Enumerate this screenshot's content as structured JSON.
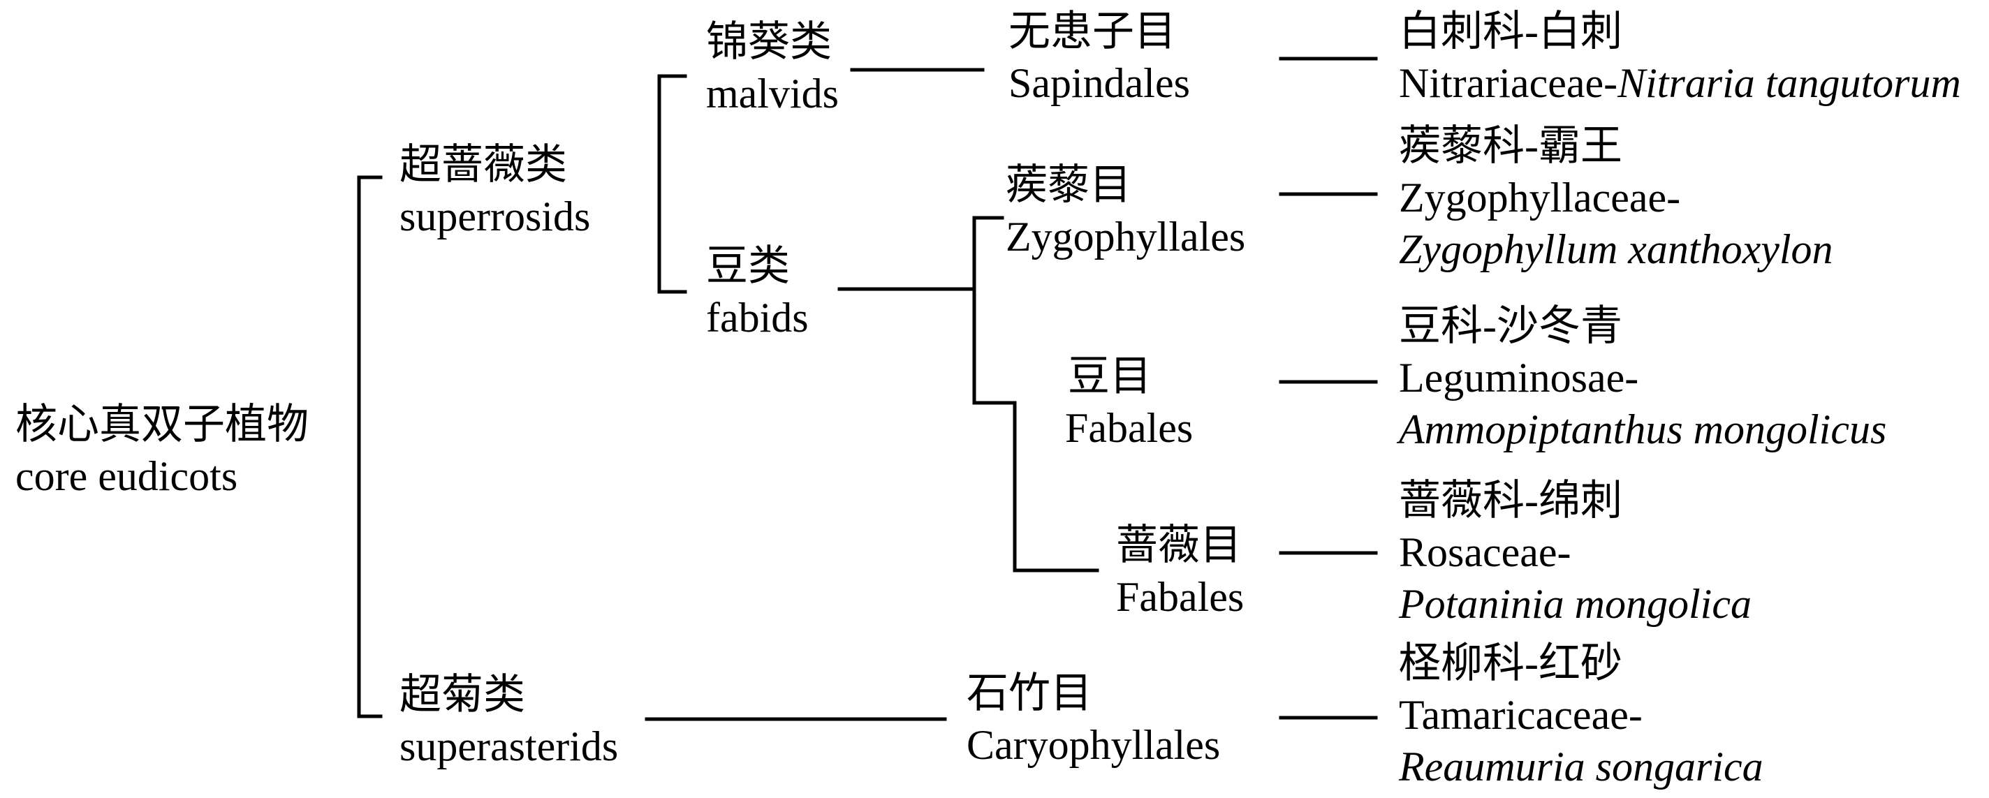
{
  "tree": {
    "root": {
      "zh": "核心真双子植物",
      "en": "core eudicots"
    },
    "superrosids": {
      "zh": "超蔷薇类",
      "en": "superrosids"
    },
    "superasterids": {
      "zh": "超菊类",
      "en": "superasterids"
    },
    "malvids": {
      "zh": "锦葵类",
      "en": "malvids"
    },
    "fabids": {
      "zh": "豆类",
      "en": "fabids"
    },
    "orders": [
      {
        "zh": "无患子目",
        "en": "Sapindales"
      },
      {
        "zh": "蒺藜目",
        "en": "Zygophyllales"
      },
      {
        "zh": "豆目",
        "en": "Fabales"
      },
      {
        "zh": "蔷薇目",
        "en": "Fabales"
      },
      {
        "zh": "石竹目",
        "en": "Caryophyllales"
      }
    ],
    "families": [
      {
        "zh": "白刺科-白刺",
        "family": "Nitrariaceae-",
        "species": "Nitraria tangutorum"
      },
      {
        "zh": "蒺藜科-霸王",
        "family": "Zygophyllaceae-",
        "species": "Zygophyllum xanthoxylon"
      },
      {
        "zh": "豆科-沙冬青",
        "family": "Leguminosae-",
        "species": "Ammopiptanthus mongolicus"
      },
      {
        "zh": "蔷薇科-绵刺",
        "family": "Rosaceae-",
        "species": "Potaninia mongolica"
      },
      {
        "zh": "柽柳科-红砂",
        "family": "Tamaricaceae-",
        "species": "Reaumuria songarica"
      }
    ]
  }
}
